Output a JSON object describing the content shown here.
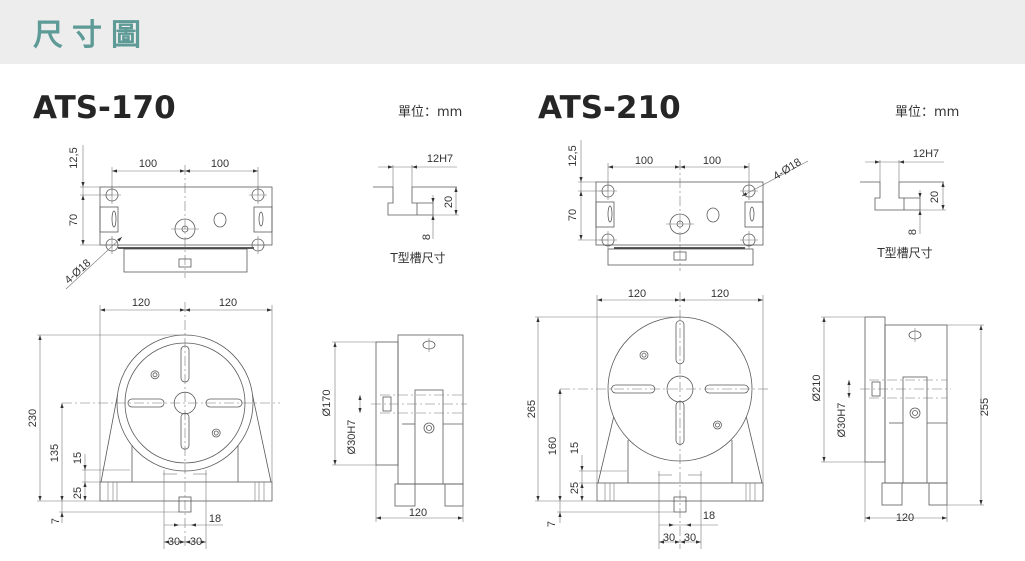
{
  "header": {
    "title": "尺寸圖"
  },
  "models": [
    {
      "name": "ATS-170",
      "unit": "單位：mm",
      "top_view": {
        "pitch_left": "100",
        "pitch_right": "100",
        "edge_offset": "12,5",
        "hole_pitch": "70",
        "holes": "4-Ø18"
      },
      "t_slot": {
        "width": "12H7",
        "depth": "20",
        "bottom": "8",
        "caption": "T型槽尺寸"
      },
      "front_view": {
        "half_left": "120",
        "half_right": "120",
        "height": "230",
        "center_height": "135",
        "dim_15": "15",
        "dim_25": "25",
        "dim_7": "7",
        "key": "18",
        "key_left": "30",
        "key_right": "30"
      },
      "side_view": {
        "table_diameter": "Ø170",
        "bore": "Ø30H7",
        "depth": "120"
      }
    },
    {
      "name": "ATS-210",
      "unit": "單位：mm",
      "top_view": {
        "pitch_left": "100",
        "pitch_right": "100",
        "edge_offset": "12,5",
        "hole_pitch": "70",
        "holes": "4-Ø18"
      },
      "t_slot": {
        "width": "12H7",
        "depth": "20",
        "bottom": "8",
        "caption": "T型槽尺寸"
      },
      "front_view": {
        "half_left": "120",
        "half_right": "120",
        "height": "265",
        "center_height": "160",
        "dim_15": "15",
        "dim_25": "25",
        "dim_7": "7",
        "key": "18",
        "key_left": "30",
        "key_right": "30"
      },
      "side_view": {
        "table_diameter": "Ø210",
        "bore": "Ø30H7",
        "depth": "120",
        "overall_height": "255"
      }
    }
  ]
}
